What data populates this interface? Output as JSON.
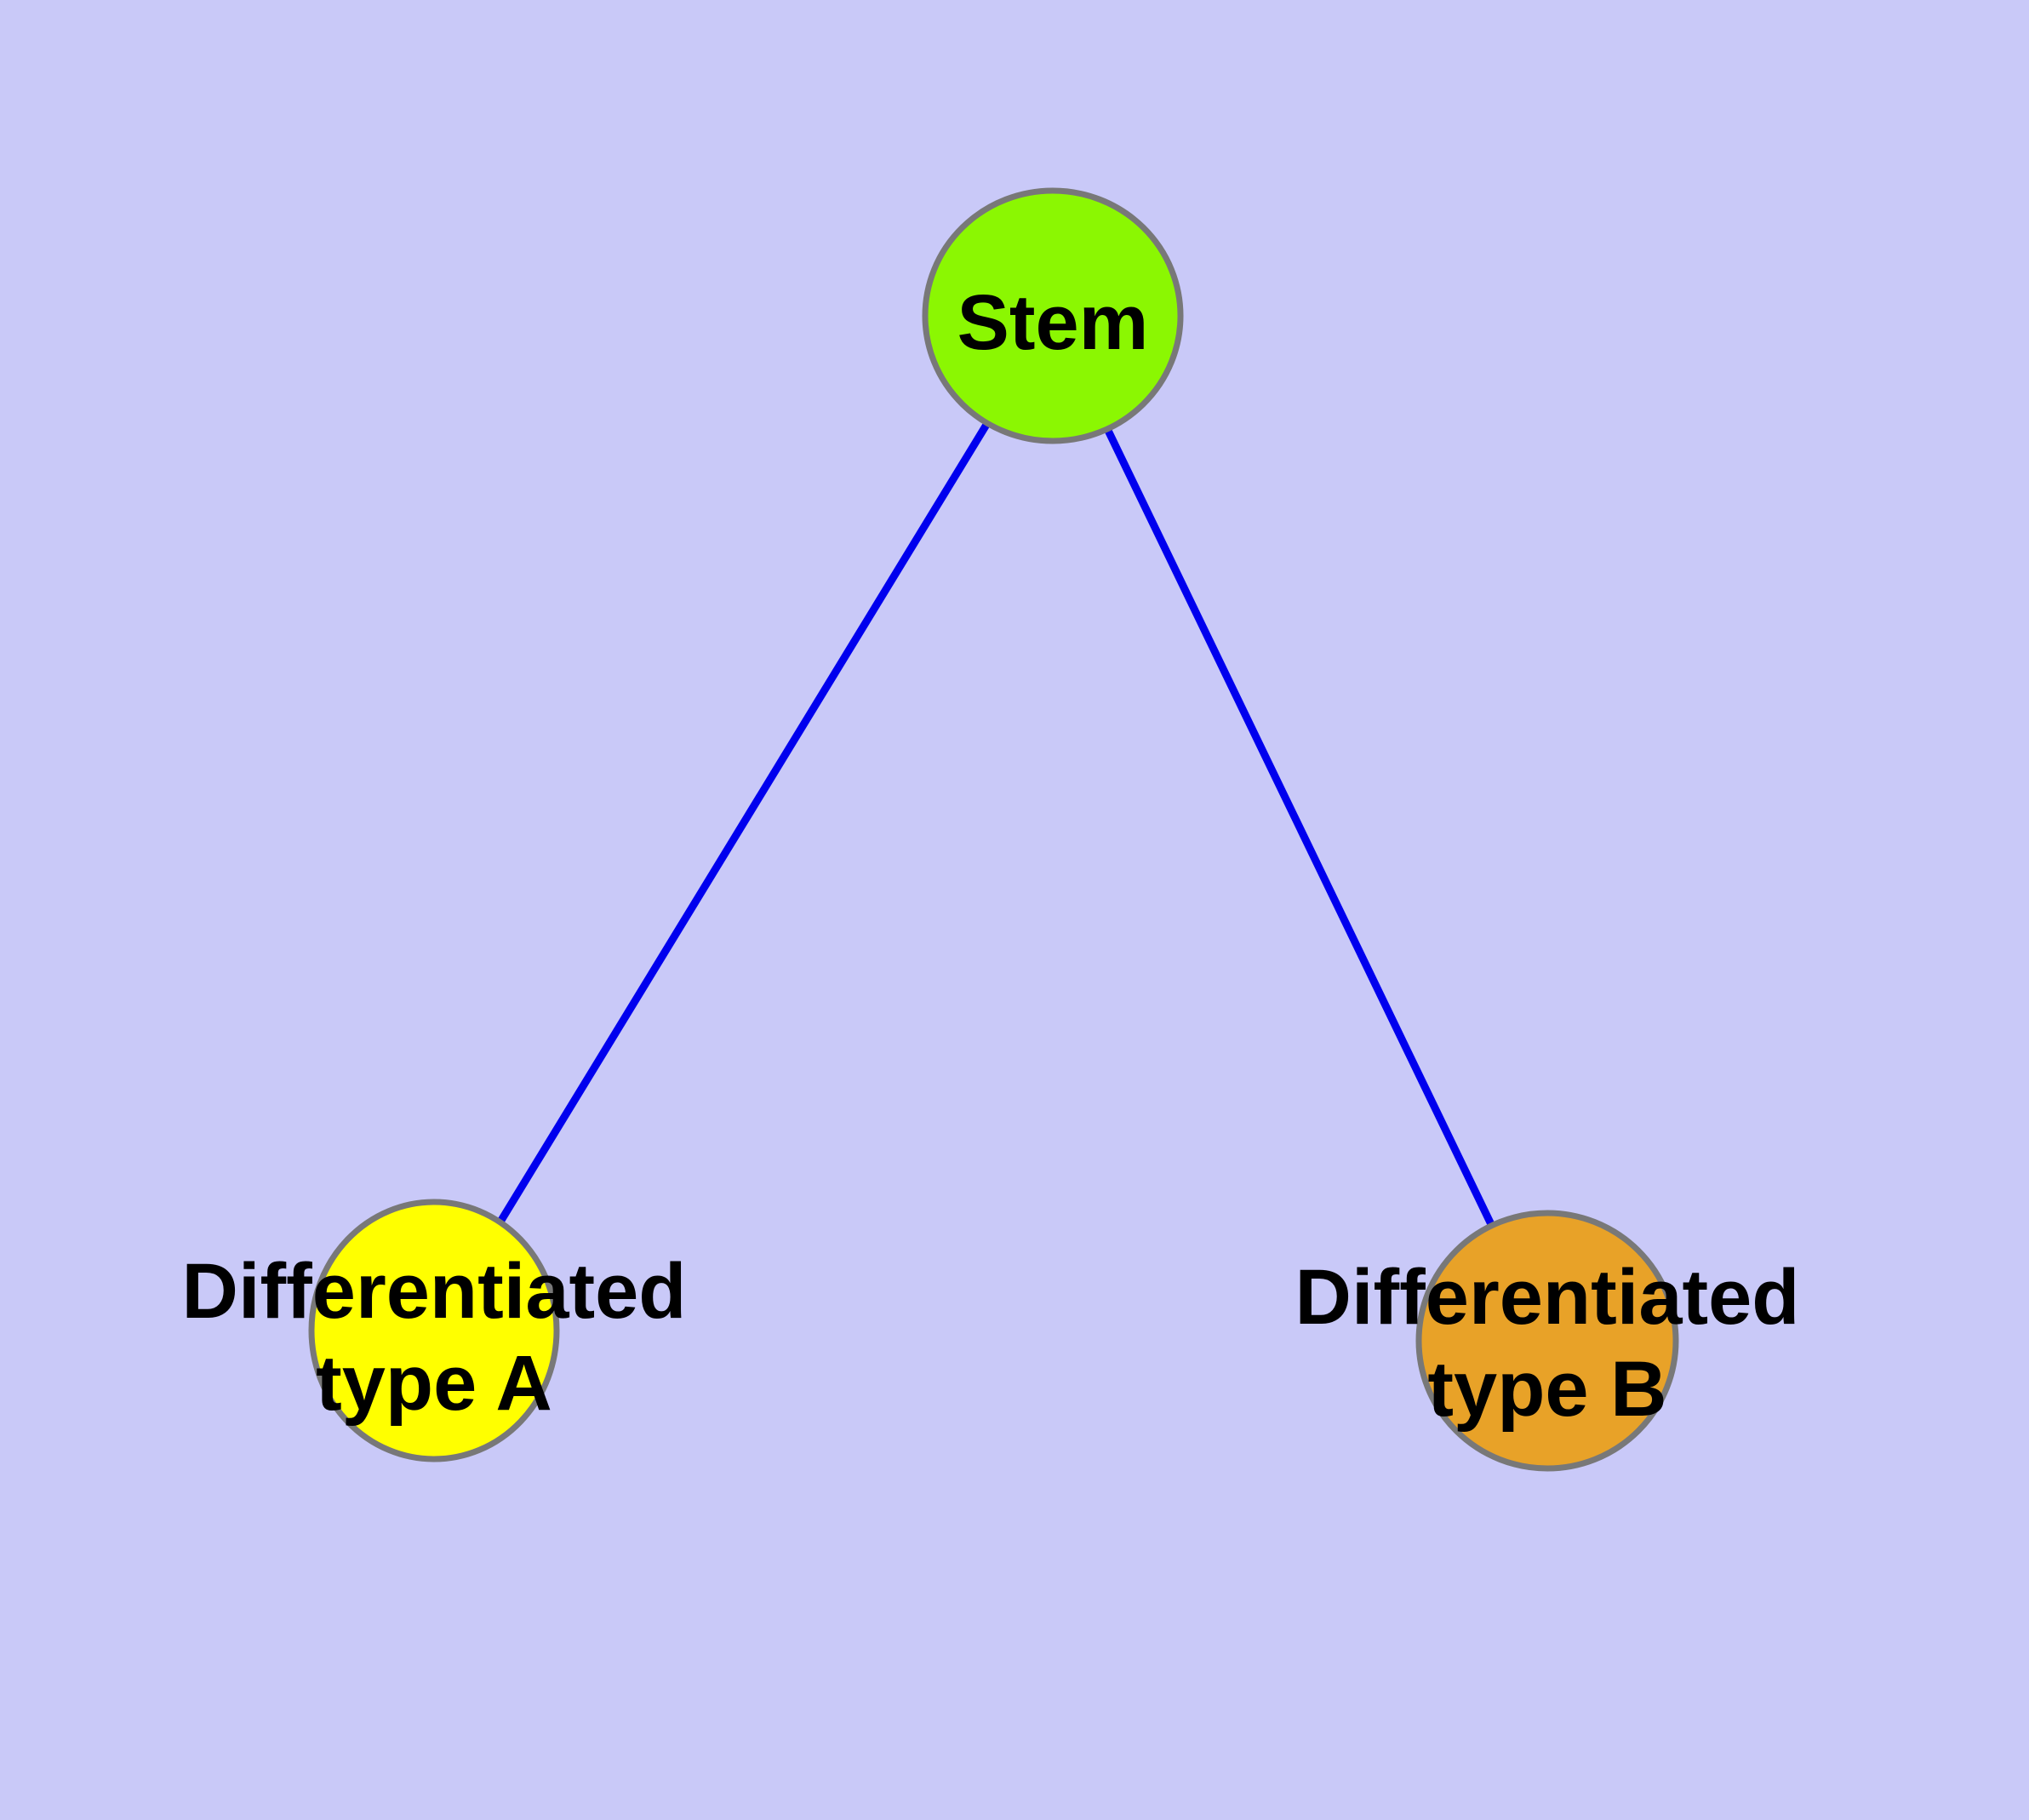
{
  "diagram": {
    "type": "graph",
    "background_color": "#C9C9F8",
    "edge_color": "#0000EE",
    "node_border_color": "#787878",
    "label_color": "#000000",
    "nodes": [
      {
        "id": "stem",
        "label": "Stem",
        "label_lines": [
          "Stem"
        ],
        "fill": "#8BF702"
      },
      {
        "id": "differentiated-type-a",
        "label": "Differentiated type A",
        "label_lines": [
          "Differentiated",
          "type A"
        ],
        "fill": "#FFFF00"
      },
      {
        "id": "differentiated-type-b",
        "label": "Differentiated type B",
        "label_lines": [
          "Differentiated",
          "type B"
        ],
        "fill": "#E8A228"
      }
    ],
    "edges": [
      {
        "from": "Stem",
        "to": "Differentiated type A"
      },
      {
        "from": "Stem",
        "to": "Differentiated type B"
      }
    ]
  }
}
